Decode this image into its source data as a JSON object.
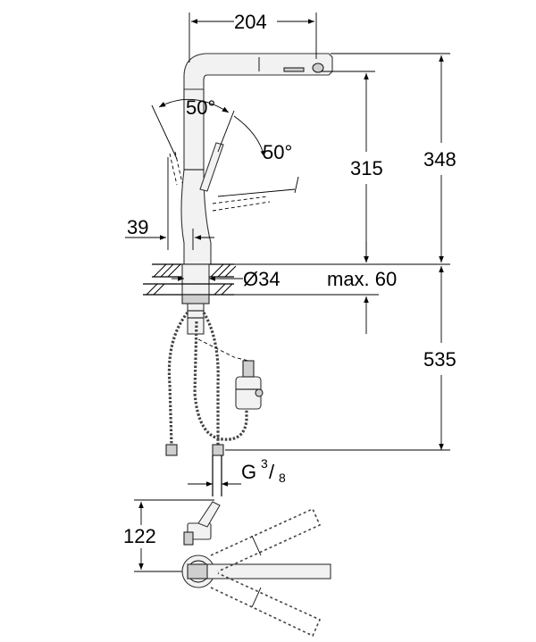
{
  "dimensions": {
    "spout_reach": "204",
    "swivel_angle_left": "50°",
    "swivel_angle_right": "50°",
    "height_spout_outlet": "315",
    "total_height": "348",
    "base_width": "39",
    "mounting_hole": "Ø34",
    "max_deck_thickness": "max. 60",
    "below_deck_length": "535",
    "connection_thread": "G",
    "connection_thread_fraction_num": "3",
    "connection_thread_fraction_den": "8",
    "top_view_depth": "122"
  }
}
